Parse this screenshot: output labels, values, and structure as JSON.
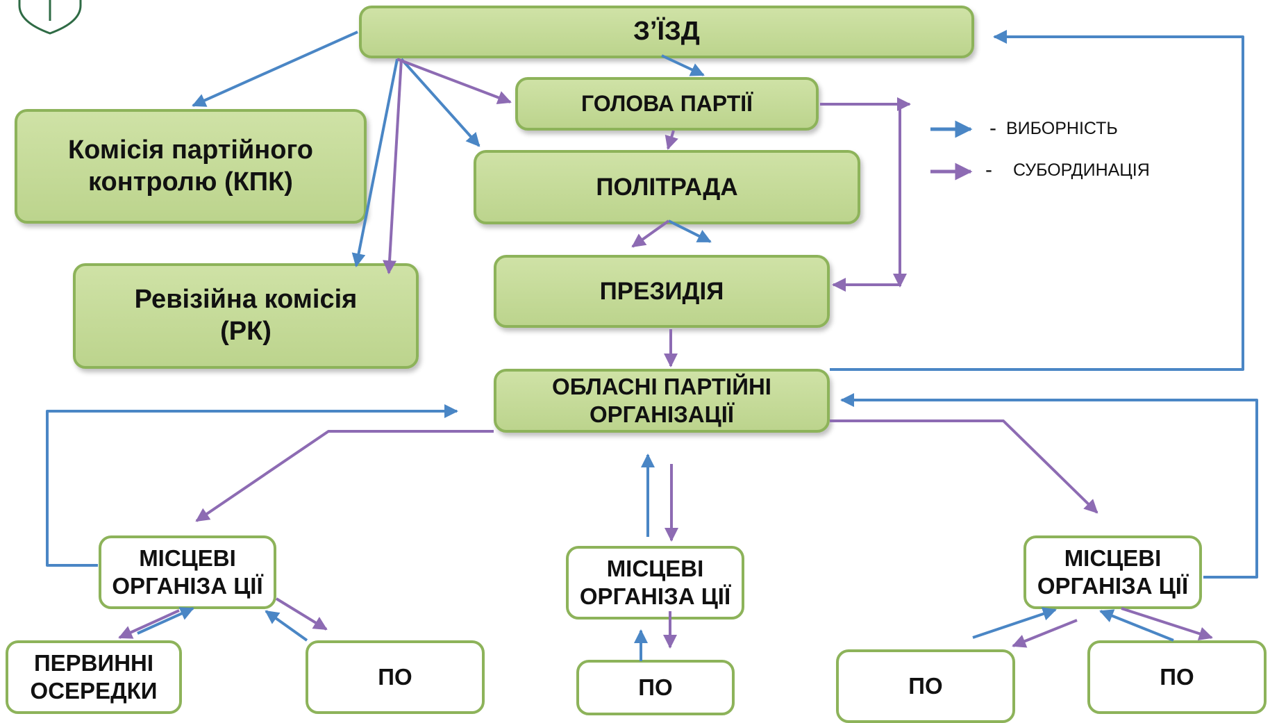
{
  "colors": {
    "election": "#4a86c5",
    "subordination": "#8d6bb3",
    "box_border": "#8db35a",
    "box_fill": "#c6da9a"
  },
  "icons": {
    "logo": "shield-logo-icon"
  },
  "nodes": {
    "congress": "З’ЇЗД",
    "party_head": "ГОЛОВА ПАРТІЇ",
    "political_council": "ПОЛІТРАДА",
    "presidium": "ПРЕЗИДІЯ",
    "control_commission": "Комісія партійного контролю (КПК)",
    "audit_commission": "Ревізійна комісія (РК)",
    "regional_orgs": "ОБЛАСНІ ПАРТІЙНІ ОРГАНІЗАЦІЇ",
    "local_left": "МІСЦЕВІ ОРГАНІЗА ЦІЇ",
    "local_center": "МІСЦЕВІ ОРГАНІЗА ЦІЇ",
    "local_right": "МІСЦЕВІ ОРГАНІЗА ЦІЇ",
    "primary_cells": "ПЕРВИННІ ОСЕРЕДКИ",
    "po_left": "ПО",
    "po_center": "ПО",
    "po_right_a": "ПО",
    "po_right_b": "ПО"
  },
  "legend": {
    "election": {
      "dash": "-",
      "label": "ВИБОРНІСТЬ"
    },
    "subordination": {
      "dash": "-",
      "label": "СУБОРДИНАЦІЯ"
    }
  }
}
